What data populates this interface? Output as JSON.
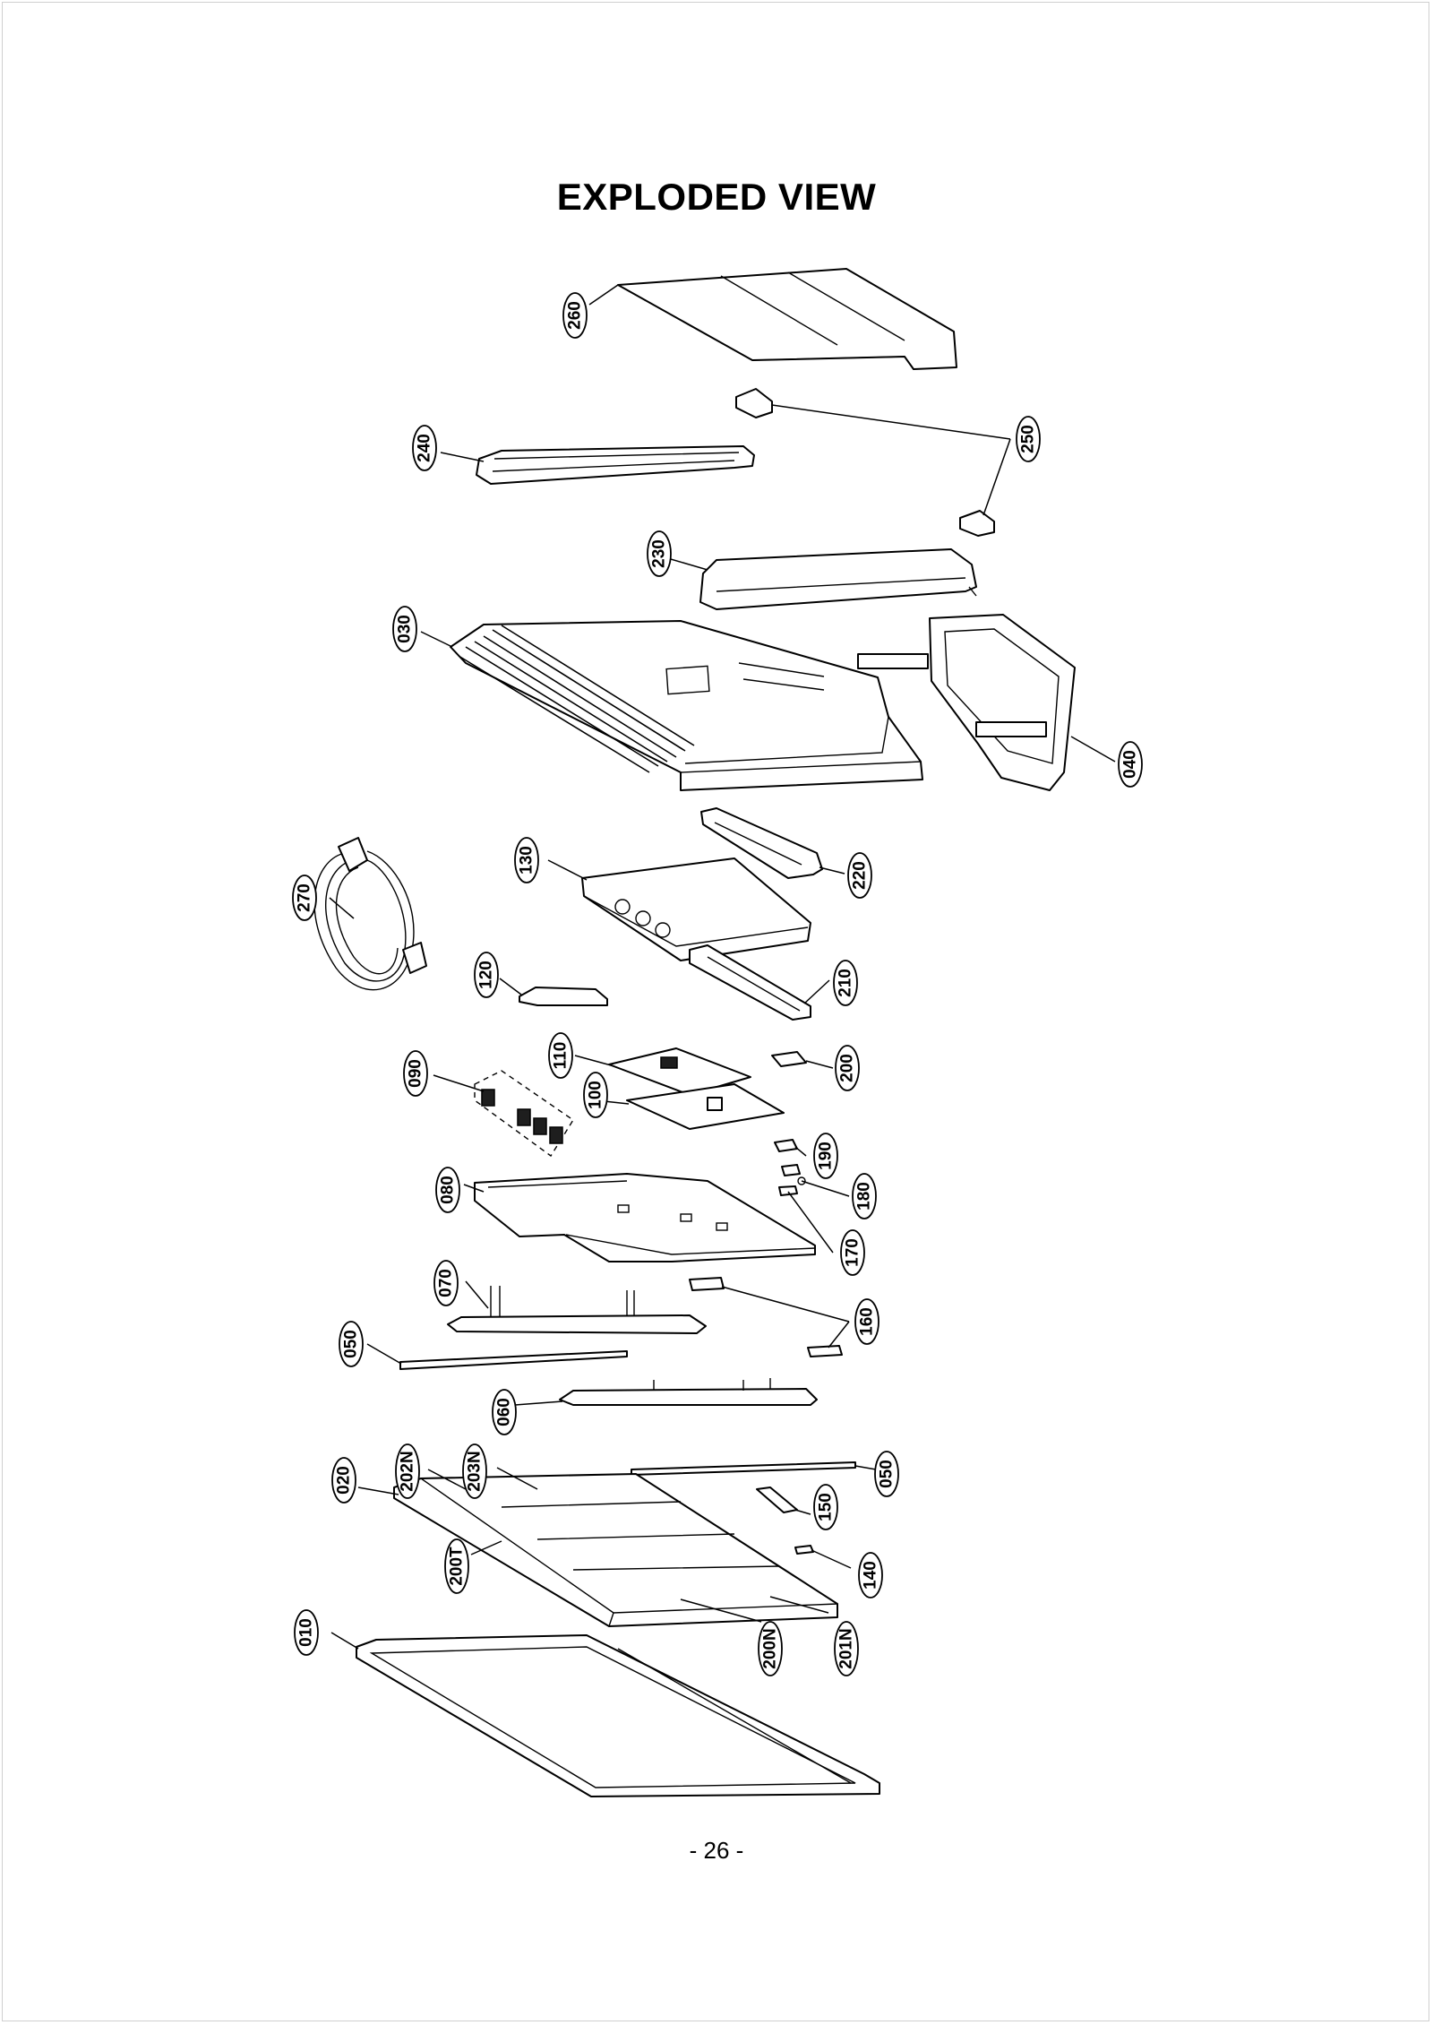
{
  "title": "EXPLODED VIEW",
  "page_number": "- 26 -",
  "callouts": [
    {
      "id": "260",
      "label": "260"
    },
    {
      "id": "250",
      "label": "250"
    },
    {
      "id": "240",
      "label": "240"
    },
    {
      "id": "230",
      "label": "230"
    },
    {
      "id": "030",
      "label": "030"
    },
    {
      "id": "040",
      "label": "040"
    },
    {
      "id": "270",
      "label": "270"
    },
    {
      "id": "130",
      "label": "130"
    },
    {
      "id": "220",
      "label": "220"
    },
    {
      "id": "120",
      "label": "120"
    },
    {
      "id": "210",
      "label": "210"
    },
    {
      "id": "110",
      "label": "110"
    },
    {
      "id": "200",
      "label": "200"
    },
    {
      "id": "090",
      "label": "090"
    },
    {
      "id": "100",
      "label": "100"
    },
    {
      "id": "190",
      "label": "190"
    },
    {
      "id": "080",
      "label": "080"
    },
    {
      "id": "180",
      "label": "180"
    },
    {
      "id": "170",
      "label": "170"
    },
    {
      "id": "070",
      "label": "070"
    },
    {
      "id": "160",
      "label": "160"
    },
    {
      "id": "050a",
      "label": "050"
    },
    {
      "id": "060",
      "label": "060"
    },
    {
      "id": "202N",
      "label": "202N"
    },
    {
      "id": "203N",
      "label": "203N"
    },
    {
      "id": "050b",
      "label": "050"
    },
    {
      "id": "020",
      "label": "020"
    },
    {
      "id": "150",
      "label": "150"
    },
    {
      "id": "200T",
      "label": "200T"
    },
    {
      "id": "140",
      "label": "140"
    },
    {
      "id": "010",
      "label": "010"
    },
    {
      "id": "200N",
      "label": "200N"
    },
    {
      "id": "201N",
      "label": "201N"
    }
  ]
}
